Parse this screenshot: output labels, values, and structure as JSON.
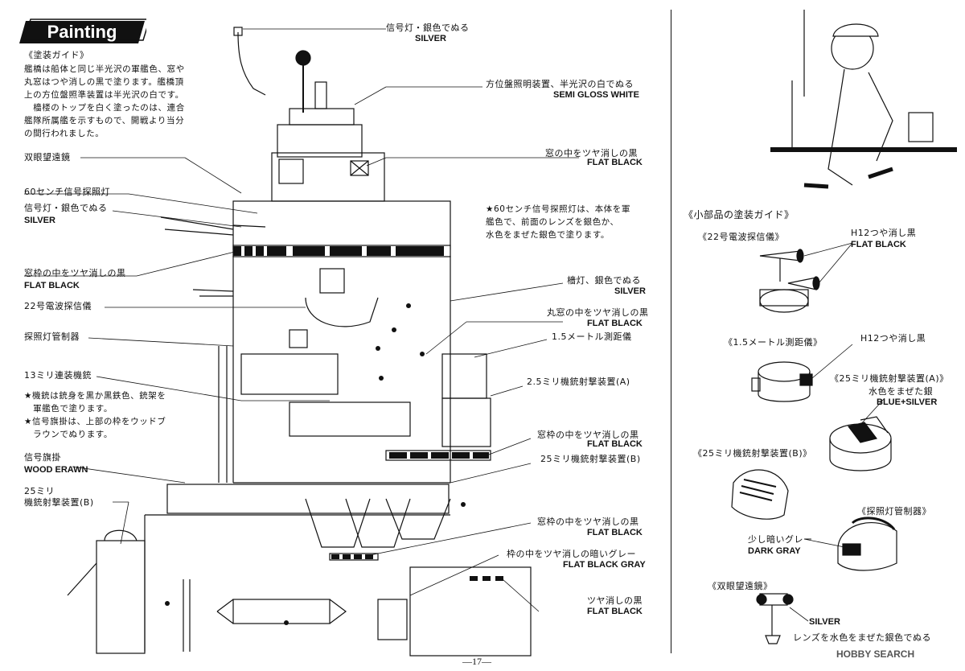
{
  "header": {
    "title": "Painting",
    "subtitle": "《塗装ガイド》"
  },
  "intro": {
    "lines": [
      "艦橋は船体と同じ半光沢の軍艦色、窓や",
      "丸窓はつや消しの黒で塗ります。艦橋頂",
      "上の方位盤照準装置は半光沢の白です。",
      "　檣楼のトップを白く塗ったのは、連合",
      "艦隊所属艦を示すもので、開戦より当分",
      "の間行われました。"
    ]
  },
  "left_labels": {
    "binoculars": "双眼望遠鏡",
    "searchlight60": "60センチ信号探照灯",
    "signal_lamp_jp": "信号灯・銀色でぬる",
    "signal_lamp_en": "SILVER",
    "window_frame_jp": "窓枠の中をツヤ消しの黒",
    "window_frame_en": "FLAT BLACK",
    "radar22": "22号電波探信儀",
    "searchlight_ctrl": "探照灯管制器",
    "mg13": "13ミリ連装機銃",
    "mg_note": [
      "★機銃は銃身を黒か黒鉄色、銃架を",
      "　軍艦色で塗ります。",
      "★信号旗掛は、上部の枠をウッドブ",
      "　ラウンでぬります。"
    ],
    "flag_rack_jp": "信号旗掛",
    "flag_rack_en": "WOOD ERAWN",
    "mount25b_a": "25ミリ",
    "mount25b_b": "機銃射撃装置(B)"
  },
  "right_labels": {
    "top_signal_jp": "信号灯・銀色でぬる",
    "top_signal_en": "SILVER",
    "director_jp": "方位盤照明装置、半光沢の白でぬる",
    "director_en": "SEMI GLOSS WHITE",
    "window_jp": "窓の中をツヤ消しの黒",
    "window_en": "FLAT BLACK",
    "note60": [
      "★60センチ信号探照灯は、本体を軍",
      "艦色で、前面のレンズを銀色か、",
      "水色をまぜた銀色で塗ります。"
    ],
    "masthead_jp": "檣灯、銀色でぬる",
    "masthead_en": "SILVER",
    "porthole_jp": "丸窓の中をツヤ消しの黒",
    "porthole_en": "FLAT BLACK",
    "rangefinder": "1.5メートル測距儀",
    "mount25a": "2.5ミリ機銃射撃装置(A)",
    "frame1_jp": "窓枠の中をツヤ消しの黒",
    "frame1_en": "FLAT BLACK",
    "mount25b": "25ミリ機銃射撃装置(B)",
    "frame2_jp": "窓枠の中をツヤ消しの黒",
    "frame2_en": "FLAT BLACK",
    "dim_jp": "枠の中をツヤ消しの暗いグレー",
    "dim_en": "FLAT BLACK GRAY",
    "flat_jp": "ツヤ消しの黒",
    "flat_en": "FLAT BLACK"
  },
  "parts_guide": {
    "title": "《小部品の塗装ガイド》",
    "radar_title": "《22号電波探信儀》",
    "radar_code": "H12つや消し黒",
    "radar_en": "FLAT BLACK",
    "rf_title": "《1.5メートル測距儀》",
    "rf_code": "H12つや消し黒",
    "a_title": "《25ミリ機銃射撃装置(A)》",
    "a_jp": "水色をまぜた銀",
    "a_en": "BLUE+SILVER",
    "b_title": "《25ミリ機銃射撃装置(B)》",
    "sl_title": "《探照灯管制器》",
    "sl_jp": "少し暗いグレー",
    "sl_en": "DARK GRAY",
    "bino_title": "《双眼望遠鏡》",
    "bino_en": "SILVER",
    "bino_jp": "レンズを水色をまぜた銀色でぬる"
  },
  "footer": {
    "page": "—17—",
    "watermark": "HOBBY SEARCH"
  }
}
